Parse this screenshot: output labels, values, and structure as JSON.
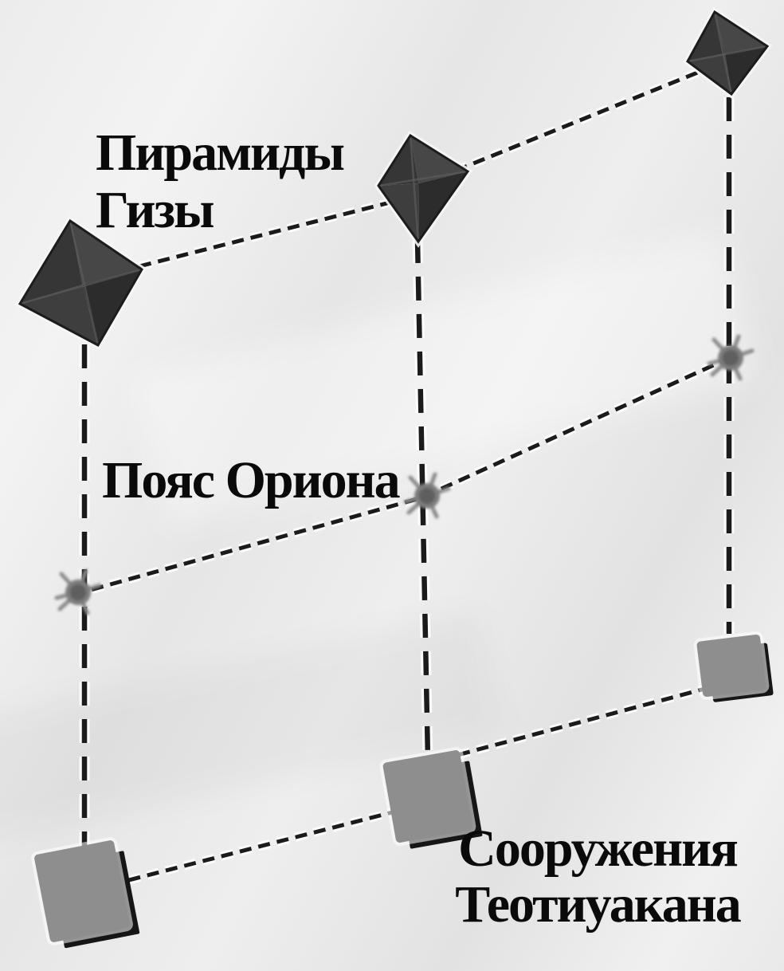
{
  "diagram": {
    "labels": {
      "giza": {
        "line1": "Пирамиды",
        "line2": "Гизы"
      },
      "orion": "Пояс Ориона",
      "teotihuacan": {
        "line1": "Сооружения",
        "line2": "Теотиуакана"
      }
    },
    "rows": [
      {
        "id": "giza-pyramids",
        "marker": "pyramid-icon",
        "count": 3
      },
      {
        "id": "orion-belt-stars",
        "marker": "star-icon",
        "count": 3
      },
      {
        "id": "teotihuacan-structures",
        "marker": "structure-icon",
        "count": 3
      }
    ],
    "colors": {
      "background": "#ececec",
      "dashed_line": "#1b1b1b",
      "pyramid_dark": "#383838",
      "structure_gray": "#8e8e8e",
      "structure_shadow": "#161616",
      "star_gray": "#7d7d7d",
      "text": "#0a0a0a"
    }
  }
}
